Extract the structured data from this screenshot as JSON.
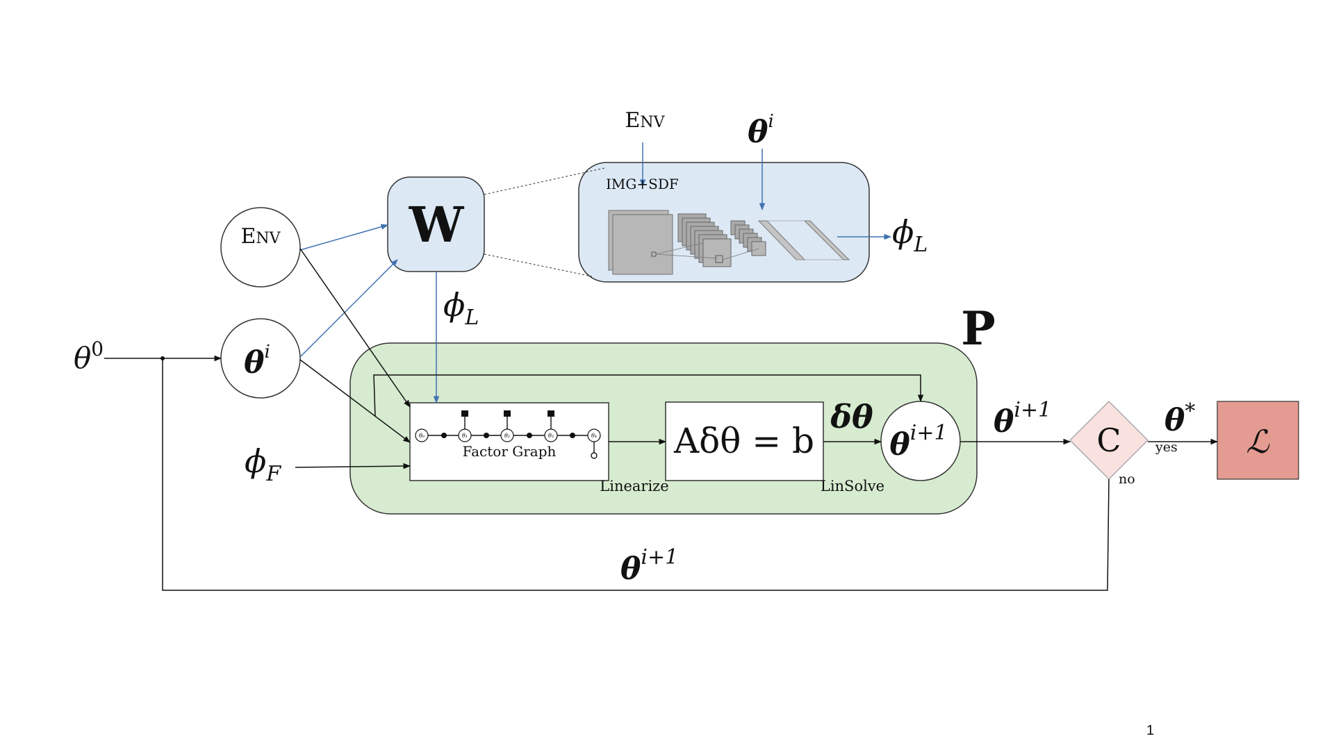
{
  "colors": {
    "line": "#111111",
    "blue_line": "#3f72b0",
    "w_fill": "#dde8f5",
    "w_stroke": "#333333",
    "p_fill": "#d6ebcf",
    "p_stroke": "#333333",
    "c_fill": "#f8e1de",
    "c_stroke": "#a9a9a9",
    "loss_fill": "#e49b91",
    "loss_stroke": "#333333",
    "cnn_fill": "#b7b7b7",
    "cnn_stroke": "#707070"
  },
  "labels": {
    "env_node_E": "E",
    "env_node_rest": "NV",
    "theta_i_node_base": "θ",
    "theta_i_node_sup": "i",
    "w_label": "W",
    "env_top_E": "E",
    "env_top_rest": "NV",
    "theta_i_top_base": "θ",
    "theta_i_top_sup": "i",
    "img_sdf": "IMG+SDF",
    "phi_L_right_base": "ϕ",
    "phi_L_right_sub": "L",
    "phi_L_mid_base": "ϕ",
    "phi_L_mid_sub": "L",
    "p_label": "P",
    "theta0_base": "θ",
    "theta0_sup": "0",
    "phi_F_base": "ϕ",
    "phi_F_sub": "F",
    "factor_graph": "Factor Graph",
    "factor_nodes": [
      "θ₀",
      "θ₁",
      "θ₂",
      "θ₃",
      "θ₄"
    ],
    "linearize": "Linearize",
    "equation": "Aδθ = b",
    "delta_theta": "δθ",
    "linsolve": "LinSolve",
    "theta_ip1_node_base": "θ",
    "theta_ip1_node_sup": "i+1",
    "theta_ip1_out_base": "θ",
    "theta_ip1_out_sup": "i+1",
    "c_label": "C",
    "yes": "yes",
    "no": "no",
    "theta_star_base": "θ",
    "theta_star_sup": "*",
    "loss": "ℒ",
    "theta_ip1_bottom_base": "θ",
    "theta_ip1_bottom_sup": "i+1",
    "page_number": "1"
  }
}
